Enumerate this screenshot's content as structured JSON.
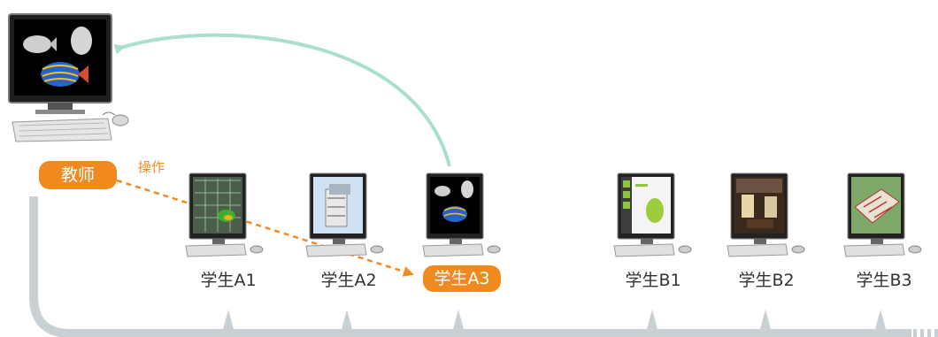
{
  "teacher": {
    "label": "教师",
    "action": "操作"
  },
  "students": [
    {
      "id": "A1",
      "label": "学生A1",
      "screen": "wireframe-3d",
      "highlight": false
    },
    {
      "id": "A2",
      "label": "学生A2",
      "screen": "building-render",
      "highlight": false
    },
    {
      "id": "A3",
      "label": "学生A3",
      "screen": "fish-models",
      "highlight": true
    },
    {
      "id": "B1",
      "label": "学生B1",
      "screen": "book-pages",
      "highlight": false
    },
    {
      "id": "B2",
      "label": "学生B2",
      "screen": "interior-room",
      "highlight": false
    },
    {
      "id": "B3",
      "label": "学生B3",
      "screen": "floor-plan-3d",
      "highlight": false
    }
  ],
  "colors": {
    "accent": "#f08a1e",
    "arrow": "#a9dfcc",
    "bus": "#c8d0d4"
  }
}
